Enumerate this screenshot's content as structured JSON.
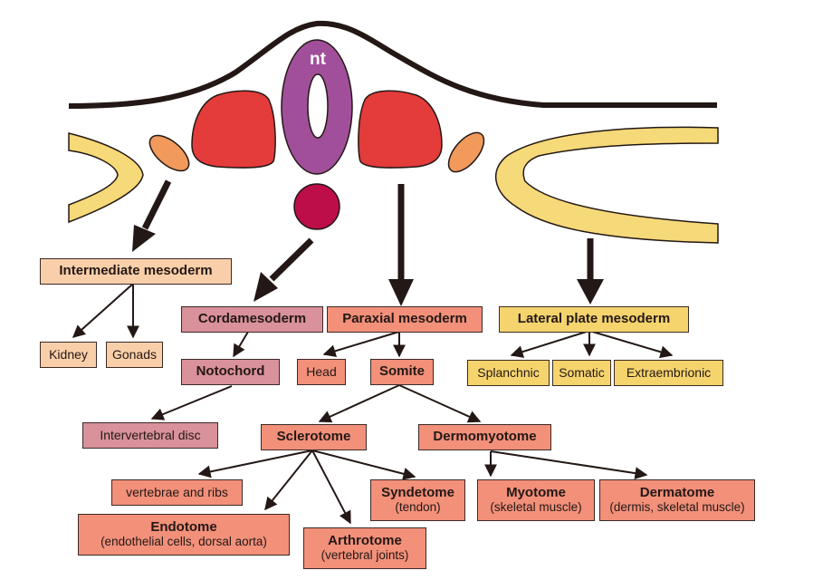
{
  "colors": {
    "outline": "#231815",
    "ectoderm_line": "#231815",
    "neural_tube": "#a14f9b",
    "notochord": "#bd0e4a",
    "somite": "#e43b3b",
    "intermediate": "#f19a5c",
    "lateral_plate": "#f6d978",
    "box_intermediate": "#f9cfa9",
    "box_cordamesoderm": "#d9919b",
    "box_paraxial": "#f2907a",
    "box_lateral": "#f5d46e"
  },
  "anatomy": {
    "neural_tube_label": "nt"
  },
  "nodes": {
    "intermediate": {
      "title": "Intermediate mesoderm"
    },
    "kidney": {
      "label": "Kidney"
    },
    "gonads": {
      "label": "Gonads"
    },
    "cordamesoderm": {
      "title": "Cordamesoderm"
    },
    "notochord": {
      "title": "Notochord"
    },
    "intervertebral": {
      "label": "Intervertebral disc"
    },
    "paraxial": {
      "title": "Paraxial mesoderm"
    },
    "head": {
      "label": "Head"
    },
    "somite": {
      "title": "Somite"
    },
    "lateral": {
      "title": "Lateral plate mesoderm"
    },
    "splanchnic": {
      "label": "Splanchnic"
    },
    "somatic": {
      "label": "Somatic"
    },
    "extraembrionic": {
      "label": "Extraembrionic"
    },
    "sclerotome": {
      "title": "Sclerotome"
    },
    "dermomyotome": {
      "title": "Dermomyotome"
    },
    "vertebrae": {
      "label": "vertebrae and ribs"
    },
    "endotome": {
      "title": "Endotome",
      "subtitle": "(endothelial cells, dorsal aorta)"
    },
    "arthrotome": {
      "title": "Arthrotome",
      "subtitle": "(vertebral joints)"
    },
    "syndetome": {
      "title": "Syndetome",
      "subtitle": "(tendon)"
    },
    "myotome": {
      "title": "Myotome",
      "subtitle": "(skeletal muscle)"
    },
    "dermatome": {
      "title": "Dermatome",
      "subtitle": "(dermis, skeletal muscle)"
    }
  },
  "edges": [
    {
      "from": "intermediate",
      "to": "kidney"
    },
    {
      "from": "intermediate",
      "to": "gonads"
    },
    {
      "from": "cordamesoderm",
      "to": "notochord"
    },
    {
      "from": "notochord",
      "to": "intervertebral"
    },
    {
      "from": "paraxial",
      "to": "head"
    },
    {
      "from": "paraxial",
      "to": "somite"
    },
    {
      "from": "lateral",
      "to": "splanchnic"
    },
    {
      "from": "lateral",
      "to": "somatic"
    },
    {
      "from": "lateral",
      "to": "extraembrionic"
    },
    {
      "from": "somite",
      "to": "sclerotome"
    },
    {
      "from": "somite",
      "to": "dermomyotome"
    },
    {
      "from": "sclerotome",
      "to": "vertebrae"
    },
    {
      "from": "sclerotome",
      "to": "endotome"
    },
    {
      "from": "sclerotome",
      "to": "arthrotome"
    },
    {
      "from": "sclerotome",
      "to": "syndetome"
    },
    {
      "from": "dermomyotome",
      "to": "myotome"
    },
    {
      "from": "dermomyotome",
      "to": "dermatome"
    }
  ]
}
